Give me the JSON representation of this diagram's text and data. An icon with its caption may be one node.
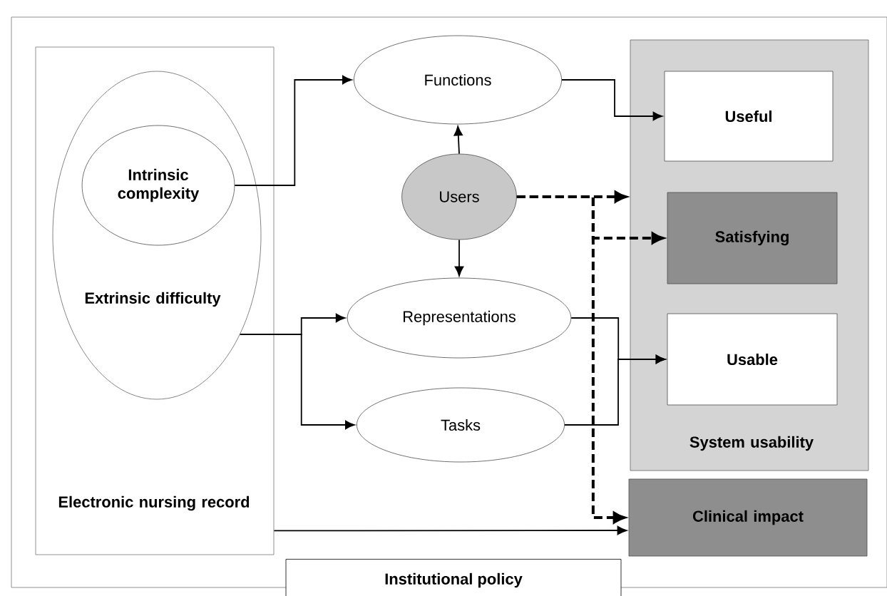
{
  "diagram": {
    "nodes": [
      {
        "text": [
          "Institutional policy"
        ]
      },
      {
        "text": [
          "Electronic nursing record"
        ],
        "in": 0
      },
      {
        "text": [
          "Extrinsic difficulty"
        ],
        "in": 1
      },
      {
        "text": [
          "Intrinsic complexity"
        ],
        "in": 2
      },
      {
        "text": [
          "Functions"
        ],
        "in": 0
      },
      {
        "text": [
          "Users"
        ],
        "in": 0
      },
      {
        "text": [
          "Representations"
        ],
        "in": 0
      },
      {
        "text": [
          "Tasks"
        ],
        "in": 0
      },
      {
        "text": [
          "System usability"
        ],
        "in": 0
      },
      {
        "text": [
          "Useful"
        ],
        "in": 8
      },
      {
        "text": [
          "Satisfying"
        ],
        "in": 8
      },
      {
        "text": [
          "Usable"
        ],
        "in": 8
      },
      {
        "text": [
          "Clinical impact"
        ],
        "in": 0
      }
    ],
    "edges": [
      {
        "from": 3,
        "to": 4,
        "arrow": "to"
      },
      {
        "from": 2,
        "to": 6,
        "arrow": "to"
      },
      {
        "from": 2,
        "to": 7,
        "arrow": "to"
      },
      {
        "from": 5,
        "to": 4,
        "arrow": "to"
      },
      {
        "from": 5,
        "to": 6,
        "arrow": "to"
      },
      {
        "from": 4,
        "to": 9,
        "arrow": "to"
      },
      {
        "from": 6,
        "to": 11,
        "arrow": "to"
      },
      {
        "from": 7,
        "to": 11,
        "arrow": "to"
      },
      {
        "from": 5,
        "to": 8,
        "arrow": "to",
        "style": "dashed"
      },
      {
        "from": 5,
        "to": 10,
        "arrow": "to",
        "style": "dashed"
      },
      {
        "from": 5,
        "to": 12,
        "arrow": "to",
        "style": "dashed"
      },
      {
        "from": 1,
        "to": 12,
        "arrow": "to"
      }
    ]
  }
}
